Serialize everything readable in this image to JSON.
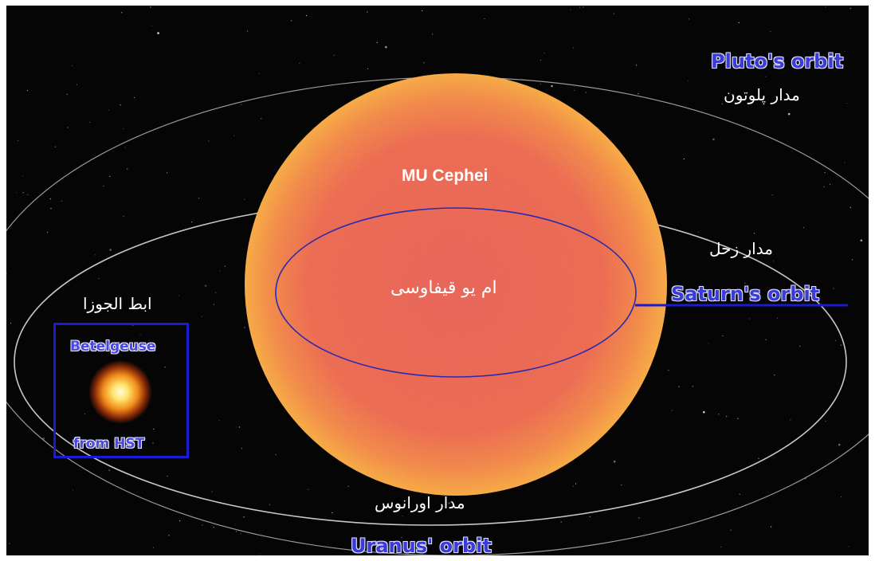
{
  "labels": {
    "pluto_en": "Pluto's orbit",
    "pluto_fa": "مدار پلوتون",
    "star_en": "MU Cephei",
    "star_fa": "ام یو قیفاوسی",
    "saturn_fa": "مدار زحل",
    "saturn_en": "Saturn's orbit",
    "betelgeuse_fa": "ابط الجوزا",
    "betelgeuse_en": "Betelgeuse",
    "hst_en": "from HST",
    "uranus_fa": "مدار اورانوس",
    "uranus_en": "Uranus' orbit"
  },
  "colors": {
    "background": "#050505",
    "star_core": "#e8584a",
    "star_edge": "#f7a040",
    "orbit_line": "#c8c8c8",
    "saturn_orbit": "#2a2ab0",
    "label_blue": "#3b3bd6"
  }
}
